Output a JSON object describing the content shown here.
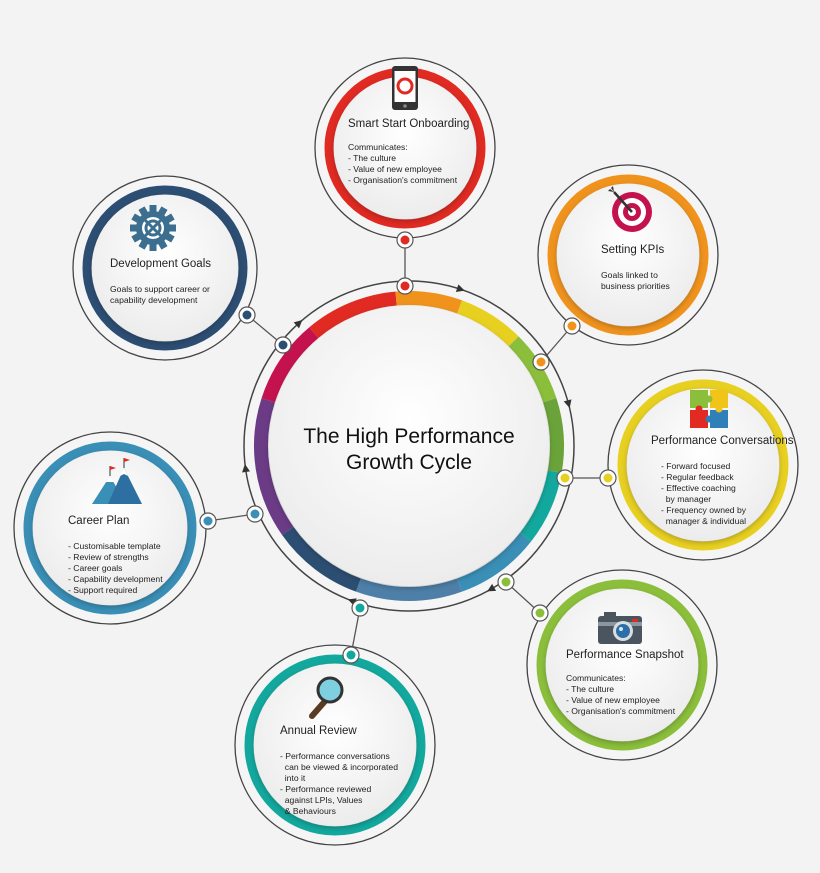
{
  "center": {
    "line1": "The High Performance",
    "line2": "Growth Cycle"
  },
  "colors": {
    "red": "#e02a22",
    "orange": "#f0931d",
    "yellow": "#e8d021",
    "lime": "#8bbf3b",
    "teal": "#13a89e",
    "blue": "#3a8fb7",
    "navy": "#2d4e73",
    "purple": "#6b3b86",
    "magenta": "#c4124f"
  },
  "nodes": {
    "onboarding": {
      "title": "Smart Start Onboarding",
      "subtitle": "Communicates:",
      "lines": [
        "- The culture",
        "- Value of new employee",
        "- Organisation's commitment"
      ],
      "icon": "smartphone-icon"
    },
    "kpis": {
      "title": "Setting KPIs",
      "lines": [
        "Goals linked to",
        "business priorities"
      ],
      "icon": "target-icon"
    },
    "conversations": {
      "title": "Performance Conversations",
      "lines": [
        "- Forward focused",
        "- Regular feedback",
        "- Effective coaching",
        "  by manager",
        "- Frequency owned by",
        "  manager & individual"
      ],
      "icon": "puzzle-icon"
    },
    "snapshot": {
      "title": "Performance Snapshot",
      "subtitle": "Communicates:",
      "lines": [
        "- The culture",
        "- Value of new employee",
        "- Organisation's commitment"
      ],
      "icon": "camera-icon"
    },
    "annual": {
      "title": "Annual Review",
      "lines": [
        "- Performance conversations",
        "  can be viewed & incorporated",
        "  into it",
        "- Performance reviewed",
        "  against LPIs, Values",
        "  & Behaviours"
      ],
      "icon": "magnifier-icon"
    },
    "career": {
      "title": "Career Plan",
      "lines": [
        "- Customisable template",
        "- Review of strengths",
        "- Career goals",
        "- Capability development",
        "- Support required"
      ],
      "icon": "mountain-flags-icon"
    },
    "development": {
      "title": "Development Goals",
      "lines": [
        "Goals to support career or",
        "capability development"
      ],
      "icon": "gear-icon"
    }
  }
}
